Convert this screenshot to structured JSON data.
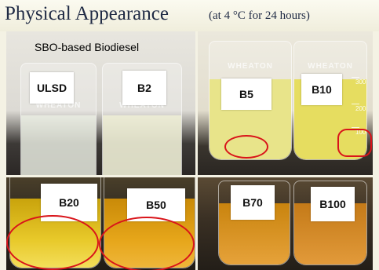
{
  "title": {
    "main": "Physical Appearance",
    "subtitle": "(at 4 °C for 24 hours)"
  },
  "caption": "SBO-based Biodiesel",
  "beaker_brand": "WHEATON",
  "graduations": [
    "300",
    "200",
    "100"
  ],
  "samples": [
    {
      "label": "ULSD",
      "color": "#eef2e6"
    },
    {
      "label": "B2",
      "color": "#f0f0d6"
    },
    {
      "label": "B5",
      "color": "#e8e48a"
    },
    {
      "label": "B10",
      "color": "#e6dd60"
    },
    {
      "label": "B20",
      "color": "#d9b70f"
    },
    {
      "label": "B50",
      "color": "#e2a40c"
    },
    {
      "label": "B70",
      "color": "#df9b1b"
    },
    {
      "label": "B100",
      "color": "#d98a22"
    }
  ],
  "colors": {
    "title": "#1f2a44",
    "highlight": "#d9141a"
  }
}
